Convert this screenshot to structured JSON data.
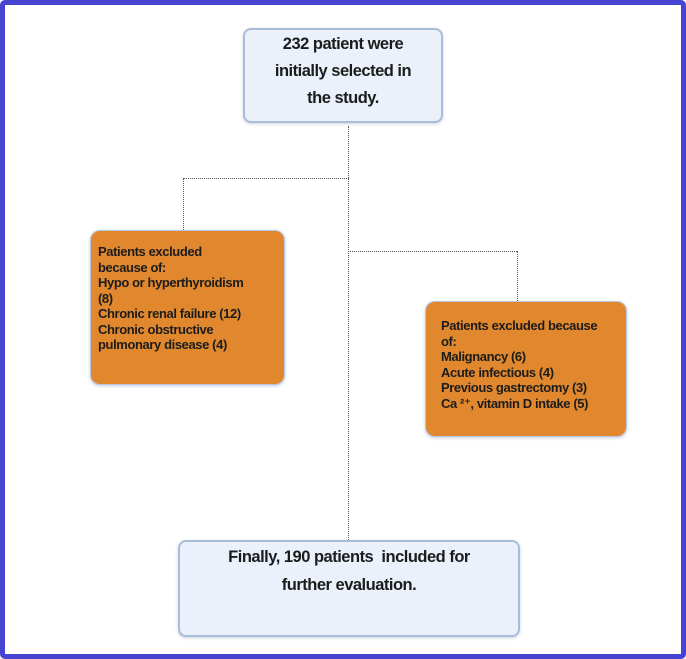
{
  "nodes": {
    "initial": {
      "lines": [
        "232 patient were",
        "initially selected in",
        "the study."
      ]
    },
    "excluded_left": {
      "lines": [
        "Patients excluded",
        "because of:",
        "Hypo or hyperthyroidism",
        "(8)",
        "Chronic renal failure (12)",
        "Chronic obstructive",
        "pulmonary disease (4)"
      ]
    },
    "excluded_right": {
      "lines": [
        "Patients excluded because",
        "of:",
        "Malignancy (6)",
        "Acute infectious (4)",
        "Previous gastrectomy (3)",
        "Ca ²⁺, vitamin D intake (5)"
      ]
    },
    "final": {
      "lines": [
        "Finally, 190 patients  included for",
        "further evaluation."
      ]
    }
  },
  "connectors": {
    "style": "dotted"
  },
  "colors": {
    "frame_border": "#4644d0",
    "info_box_fill": "#eaf1fb",
    "info_box_border": "#a9bdd9",
    "exclusion_box_fill": "#e1882e",
    "exclusion_box_border": "#b9c8de",
    "connector": "#555555",
    "text": "#1c1c1c"
  }
}
